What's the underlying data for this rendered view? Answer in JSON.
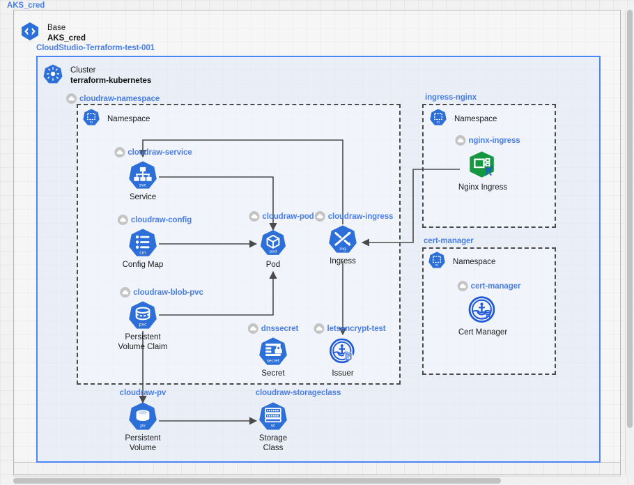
{
  "canvas": {
    "title": "AKS_cred",
    "accent_blue": "#4a7fe8",
    "node_blue": "#3069d8",
    "helm_green": "#1f9c3c",
    "badge_gray": "#c4c4c4",
    "edge_gray": "#4a4a4a"
  },
  "base": {
    "title": "AKS_cred",
    "kind": "Base",
    "name": "AKS_cred",
    "icon": "code-brackets-icon"
  },
  "resource_group": {
    "title": "CloudStudio-Terraform-test-001"
  },
  "cluster": {
    "kind": "Cluster",
    "name": "terraform-kubernetes",
    "icon": "kubernetes-icon"
  },
  "groups": [
    {
      "id": "cloudraw-namespace",
      "title": "cloudraw-namespace",
      "badge": true
    },
    {
      "id": "ingress-nginx",
      "title": "ingress-nginx",
      "badge": false
    },
    {
      "id": "cert-manager-ns",
      "title": "cert-manager",
      "badge": false
    }
  ],
  "namespace_rows": [
    {
      "id": "ns-cloudraw",
      "label": "Namespace",
      "icon": "k8s-namespace-icon"
    },
    {
      "id": "ns-ingress-nginx",
      "label": "Namespace",
      "icon": "k8s-namespace-icon"
    },
    {
      "id": "ns-cert-manager",
      "label": "Namespace",
      "icon": "k8s-namespace-icon"
    }
  ],
  "nodes": [
    {
      "id": "service",
      "title": "cloudraw-service",
      "title_badge": true,
      "label": "Service",
      "icon": "k8s-service-icon"
    },
    {
      "id": "configmap",
      "title": "cloudraw-config",
      "title_badge": true,
      "label": "Config Map",
      "icon": "k8s-configmap-icon"
    },
    {
      "id": "pvc",
      "title": "cloudraw-blob-pvc",
      "title_badge": true,
      "label": "Persistent\nVolume Claim",
      "icon": "k8s-pvc-icon"
    },
    {
      "id": "pod",
      "title": "cloudraw-pod",
      "title_badge": true,
      "label": "Pod",
      "icon": "k8s-pod-icon"
    },
    {
      "id": "ingress",
      "title": "cloudraw-ingress",
      "title_badge": true,
      "label": "Ingress",
      "icon": "k8s-ingress-icon"
    },
    {
      "id": "secret",
      "title": "dnssecret",
      "title_badge": true,
      "label": "Secret",
      "icon": "k8s-secret-icon"
    },
    {
      "id": "issuer",
      "title": "letsencrypt-test",
      "title_badge": true,
      "label": "Issuer",
      "icon": "cert-issuer-icon"
    },
    {
      "id": "nginx",
      "title": "nginx-ingress",
      "title_badge": true,
      "label": "Nginx Ingress",
      "icon": "helm-chart-icon"
    },
    {
      "id": "certmanager",
      "title": "cert-manager",
      "title_badge": true,
      "label": "Cert Manager",
      "icon": "helm-anchor-icon"
    },
    {
      "id": "pv",
      "title": "cloudraw-pv",
      "title_badge": false,
      "label": "Persistent\nVolume",
      "icon": "k8s-pv-icon"
    },
    {
      "id": "storageclass",
      "title": "cloudraw-storageclass",
      "title_badge": false,
      "label": "Storage\nClass",
      "icon": "k8s-storageclass-icon"
    }
  ],
  "edges": [
    {
      "id": "ingress-to-service",
      "from": "ingress",
      "to": "service"
    },
    {
      "id": "service-to-pod",
      "from": "service",
      "to": "pod"
    },
    {
      "id": "configmap-to-pod",
      "from": "configmap",
      "to": "pod"
    },
    {
      "id": "pvc-to-pod",
      "from": "pvc",
      "to": "pod"
    },
    {
      "id": "nginx-to-ingress",
      "from": "nginx",
      "to": "ingress"
    },
    {
      "id": "ingress-to-issuer",
      "from": "ingress",
      "to": "issuer"
    },
    {
      "id": "pvc-to-pv",
      "from": "pvc",
      "to": "pv"
    },
    {
      "id": "pv-to-storageclass",
      "from": "pv",
      "to": "storageclass"
    }
  ]
}
